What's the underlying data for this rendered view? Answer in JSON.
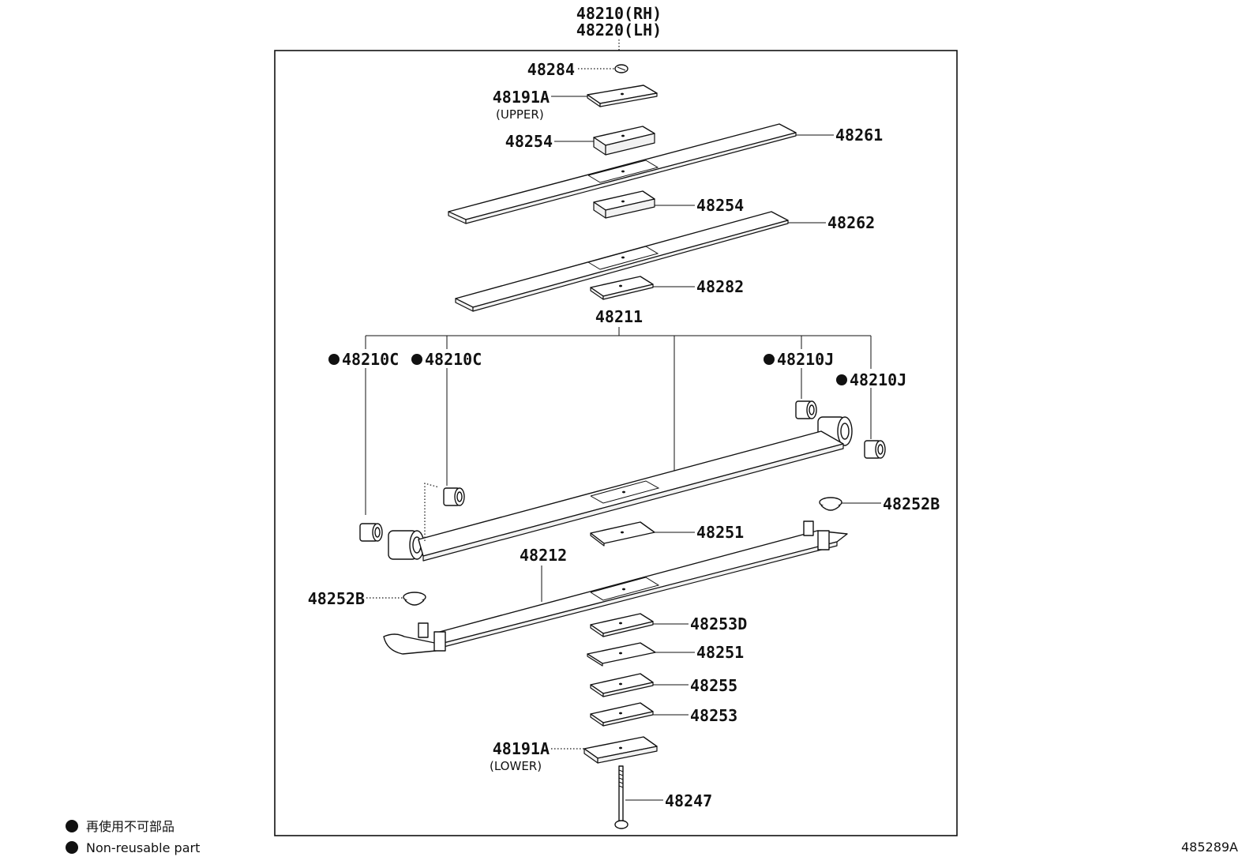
{
  "assembly": {
    "part_rh": "48210(RH)",
    "part_lh": "48220(LH)"
  },
  "callouts": {
    "nut": "48284",
    "seat_upper": "48191A",
    "seat_upper_note": "(UPPER)",
    "clip_upper": "48254",
    "leaf_1": "48261",
    "clip_lower": "48254",
    "leaf_2": "48262",
    "spacer": "48282",
    "main_leaf": "48211",
    "bushing_c_outer": "48210C",
    "bushing_c_inner": "48210C",
    "bushing_j_inner": "48210J",
    "bushing_j_outer": "48210J",
    "bumper_right": "48252B",
    "liner_upper": "48251",
    "helper_leaf": "48212",
    "bumper_left": "48252B",
    "pad_d": "48253D",
    "liner_lower": "48251",
    "plate_55": "48255",
    "pad": "48253",
    "seat_lower": "48191A",
    "seat_lower_note": "(LOWER)",
    "center_bolt": "48247"
  },
  "legend": {
    "line_jp": "再使用不可部品",
    "line_en": "Non-reusable part"
  },
  "diagram_code": "485289A"
}
